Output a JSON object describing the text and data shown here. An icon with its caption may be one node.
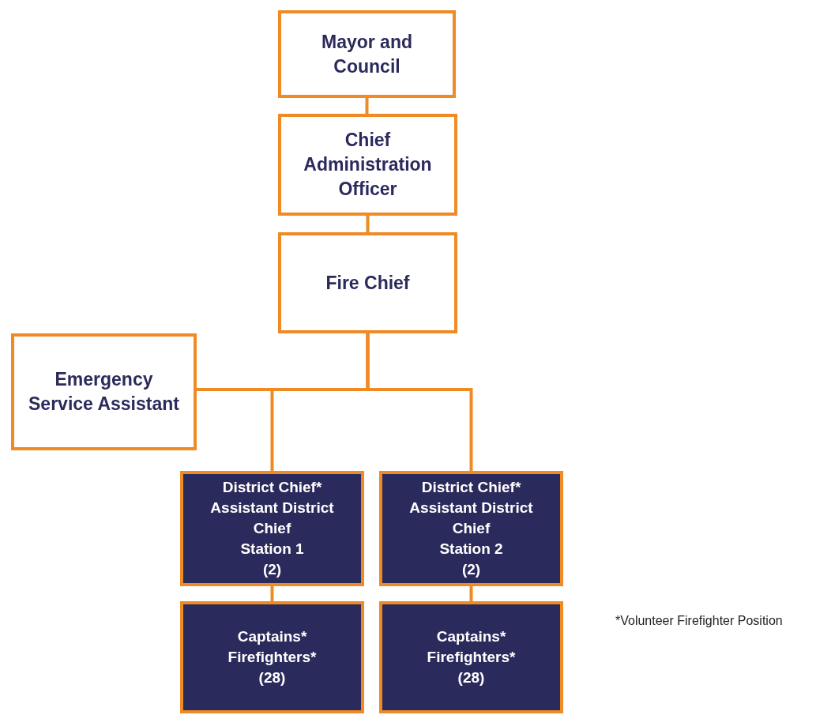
{
  "diagram": {
    "nodes": [
      {
        "text": [
          "Mayor and Council"
        ]
      },
      {
        "text": [
          "Chief Administration Officer"
        ]
      },
      {
        "text": [
          "Fire Chief"
        ]
      },
      {
        "text": [
          "Emergency Service Assistant"
        ]
      },
      {
        "text": [
          "District Chief*",
          "Assistant District Chief",
          "Station 1",
          "(2)"
        ]
      },
      {
        "text": [
          "District Chief*",
          "Assistant District Chief",
          "Station 2",
          "(2)"
        ]
      },
      {
        "text": [
          "Captains*",
          "Firefighters*",
          "(28)"
        ]
      },
      {
        "text": [
          "Captains*",
          "Firefighters*",
          "(28)"
        ]
      }
    ],
    "edges": [
      {
        "from": 0,
        "to": 1,
        "arrow": "none"
      },
      {
        "from": 1,
        "to": 2,
        "arrow": "none"
      },
      {
        "from": 2,
        "to": 3,
        "arrow": "none"
      },
      {
        "from": 2,
        "to": 4,
        "arrow": "none"
      },
      {
        "from": 2,
        "to": 5,
        "arrow": "none"
      },
      {
        "from": 4,
        "to": 6,
        "arrow": "none"
      },
      {
        "from": 5,
        "to": 7,
        "arrow": "none"
      }
    ],
    "labels": [
      "*Volunteer Firefighter Position"
    ]
  }
}
